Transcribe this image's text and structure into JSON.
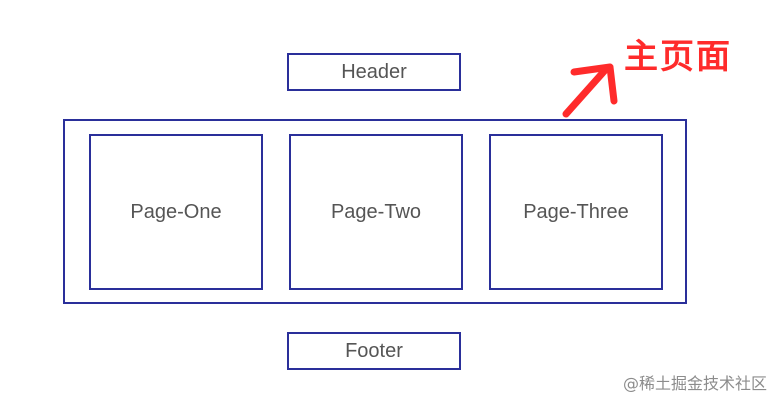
{
  "diagram": {
    "header": "Header",
    "footer": "Footer",
    "pages": [
      "Page-One",
      "Page-Two",
      "Page-Three"
    ],
    "annotation": "主页面",
    "watermark": "@稀土掘金技术社区",
    "colors": {
      "border": "#2a2f9a",
      "text": "#555555",
      "annotation": "#ff2b2b",
      "watermark": "#8c8c8c"
    }
  }
}
